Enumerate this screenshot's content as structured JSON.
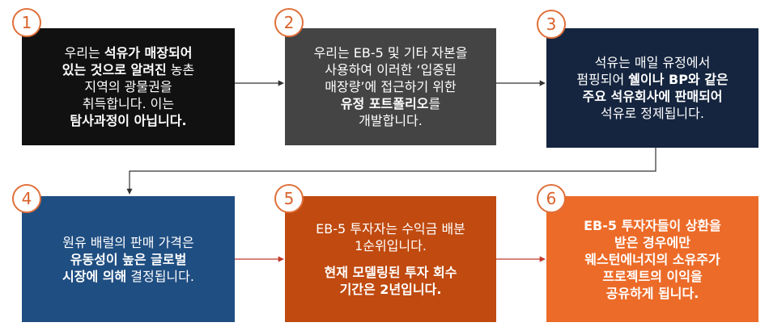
{
  "steps": [
    {
      "number": "1",
      "color": "#111111",
      "lines": [
        [
          {
            "t": "우리는 ",
            "b": false
          },
          {
            "t": "석유가 매장되어",
            "b": true
          }
        ],
        [
          {
            "t": "있는 것으로 알려진",
            "b": true
          },
          {
            "t": "  농촌",
            "b": false
          }
        ],
        [
          {
            "t": "지역의 광물권을",
            "b": false
          }
        ],
        [
          {
            "t": "취득합니다. 이는",
            "b": false
          }
        ],
        [
          {
            "t": "탐사과정이  아닙니다.",
            "b": true
          }
        ]
      ]
    },
    {
      "number": "2",
      "color": "#444444",
      "lines": [
        [
          {
            "t": "우리는 EB-5 및 기타 자본을",
            "b": false
          }
        ],
        [
          {
            "t": "사용하여 이러한 ‘입증된",
            "b": false
          }
        ],
        [
          {
            "t": "매장량’에 접근하기 위한",
            "b": false
          }
        ],
        [
          {
            "t": "유정 포트폴리오",
            "b": true
          },
          {
            "t": "를",
            "b": false
          }
        ],
        [
          {
            "t": "개발합니다.",
            "b": false
          }
        ]
      ]
    },
    {
      "number": "3",
      "color": "#15253f",
      "lines": [
        [
          {
            "t": "석유는 매일 유정에서",
            "b": false
          }
        ],
        [
          {
            "t": "펌핑되어 ",
            "b": false
          },
          {
            "t": "쉘이나 BP와 같은",
            "b": true
          }
        ],
        [
          {
            "t": "주요 석유회사에 판매되어",
            "b": true
          }
        ],
        [
          {
            "t": "석유로 정제됩니다.",
            "b": false
          }
        ]
      ]
    },
    {
      "number": "4",
      "color": "#1f4e82",
      "lines": [
        [
          {
            "t": "원유 배럴의 판매 가격은",
            "b": false
          }
        ],
        [
          {
            "t": "유동성이 높은 글로벌",
            "b": true
          }
        ],
        [
          {
            "t": "시장에 의해",
            "b": true
          },
          {
            "t": " 결정됩니다.",
            "b": false
          }
        ]
      ]
    },
    {
      "number": "5",
      "color": "#c04a0f",
      "lines": [
        [
          {
            "t": "EB-5 투자자는 수익금 배분",
            "b": false
          }
        ],
        [
          {
            "t": "1순위입니다.",
            "b": false
          }
        ],
        [
          {
            "t": "",
            "b": false
          }
        ],
        [
          {
            "t": "현재 모델링된 투자 회수",
            "b": true
          }
        ],
        [
          {
            "t": "기간은 2년입니다.",
            "b": true
          }
        ]
      ]
    },
    {
      "number": "6",
      "color": "#ec6b28",
      "lines": [
        [
          {
            "t": "EB-5 투자자들이  상환을",
            "b": true
          }
        ],
        [
          {
            "t": "받은 경우에만",
            "b": true
          }
        ],
        [
          {
            "t": "웨스턴에너지의 소유주가",
            "b": true
          }
        ],
        [
          {
            "t": "프로젝트의 이익을",
            "b": true
          }
        ],
        [
          {
            "t": "공유하게 됩니다.",
            "b": true
          }
        ]
      ]
    }
  ],
  "colors": {
    "badge_border": "#e0703a",
    "badge_text": "#d9622b",
    "connector_dark": "#333333",
    "connector_orange": "#c0392b"
  }
}
